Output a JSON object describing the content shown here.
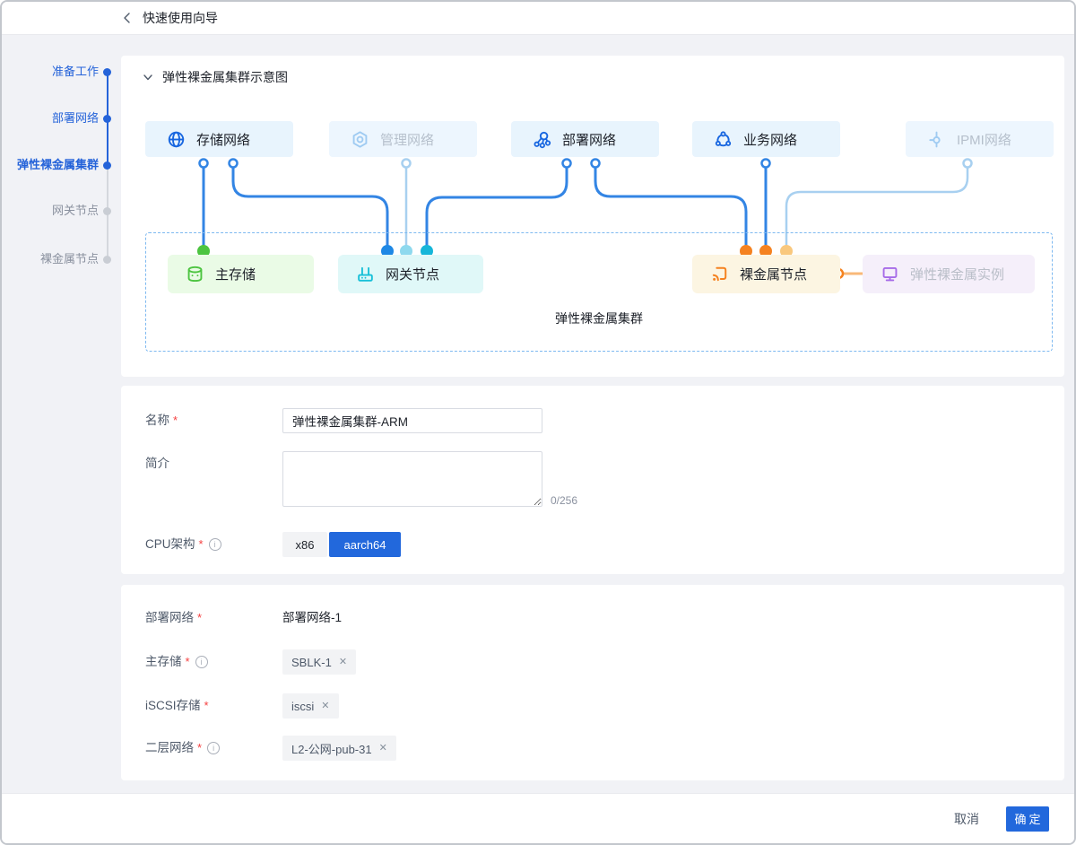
{
  "header": {
    "title": "快速使用向导"
  },
  "stepper": {
    "steps": [
      {
        "label": "准备工作",
        "state": "done"
      },
      {
        "label": "部署网络",
        "state": "done"
      },
      {
        "label": "弹性裸金属集群",
        "state": "current"
      },
      {
        "label": "网关节点",
        "state": "pending"
      },
      {
        "label": "裸金属节点",
        "state": "pending"
      }
    ]
  },
  "diagram": {
    "section_title": "弹性裸金属集群示意图",
    "cluster_label": "弹性裸金属集群",
    "networks": [
      {
        "label": "存储网络",
        "icon": "globe-icon",
        "active": true
      },
      {
        "label": "管理网络",
        "icon": "hexagon-gear-icon",
        "active": false
      },
      {
        "label": "部署网络",
        "icon": "cluster-icon",
        "active": true
      },
      {
        "label": "业务网络",
        "icon": "cloud-network-icon",
        "active": true
      },
      {
        "label": "IPMI网络",
        "icon": "probe-icon",
        "active": false
      }
    ],
    "nodes": [
      {
        "label": "主存储",
        "icon": "database-icon",
        "color": "green"
      },
      {
        "label": "网关节点",
        "icon": "router-icon",
        "color": "cyan"
      },
      {
        "label": "裸金属节点",
        "icon": "cast-icon",
        "color": "orange"
      },
      {
        "label": "弹性裸金属实例",
        "icon": "monitor-icon",
        "color": "purple"
      }
    ]
  },
  "form_basic": {
    "name_label": "名称",
    "name_value": "弹性裸金属集群-ARM",
    "desc_label": "简介",
    "desc_counter": "0/256",
    "cpu_label": "CPU架构",
    "cpu_options": [
      {
        "label": "x86",
        "selected": false
      },
      {
        "label": "aarch64",
        "selected": true
      }
    ]
  },
  "form_network": {
    "deploy_label": "部署网络",
    "deploy_value": "部署网络-1",
    "storage_label": "主存储",
    "storage_tag": "SBLK-1",
    "iscsi_label": "iSCSI存储",
    "iscsi_tag": "iscsi",
    "l2_label": "二层网络",
    "l2_tag": "L2-公网-pub-31"
  },
  "footer": {
    "cancel_label": "取消",
    "confirm_label": "确定"
  },
  "ui": {
    "required_marker": "*",
    "info_glyph": "i",
    "close_glyph": "✕"
  },
  "colors": {
    "accent": "#2268dc",
    "step_blue": "#2563d9",
    "line_blue": "#3385e4",
    "line_light": "#a8d0f0",
    "green": "#4cc440",
    "cyan": "#16b6d9",
    "cyan_light": "#8ed9ee",
    "blue_dot": "#1e88e5",
    "orange": "#f58220",
    "orange_light": "#f9c87e",
    "purple": "#a66be8",
    "required": "#f53f3f"
  }
}
